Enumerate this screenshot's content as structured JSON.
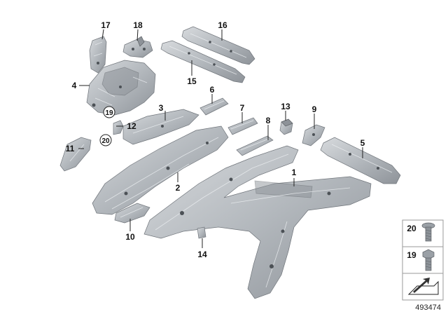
{
  "diagram": {
    "id_label": "493474",
    "callouts": [
      {
        "key": "17",
        "label": "17"
      },
      {
        "key": "18",
        "label": "18"
      },
      {
        "key": "16",
        "label": "16"
      },
      {
        "key": "4",
        "label": "4"
      },
      {
        "key": "15",
        "label": "15"
      },
      {
        "key": "6",
        "label": "6"
      },
      {
        "key": "3",
        "label": "3"
      },
      {
        "key": "7",
        "label": "7"
      },
      {
        "key": "13",
        "label": "13"
      },
      {
        "key": "9",
        "label": "9"
      },
      {
        "key": "8",
        "label": "8"
      },
      {
        "key": "12",
        "label": "12"
      },
      {
        "key": "11",
        "label": "11"
      },
      {
        "key": "5",
        "label": "5"
      },
      {
        "key": "1",
        "label": "1"
      },
      {
        "key": "2",
        "label": "2"
      },
      {
        "key": "10",
        "label": "10"
      },
      {
        "key": "14",
        "label": "14"
      }
    ],
    "circled_callouts": [
      {
        "key": "19",
        "label": "19"
      },
      {
        "key": "20",
        "label": "20"
      }
    ],
    "legend": [
      {
        "key": "20",
        "label": "20",
        "icon": "torx-button-head-screw-icon"
      },
      {
        "key": "19",
        "label": "19",
        "icon": "hex-flange-bolt-icon"
      },
      {
        "key": "arrow",
        "icon": "direction-arrow-icon"
      }
    ]
  }
}
